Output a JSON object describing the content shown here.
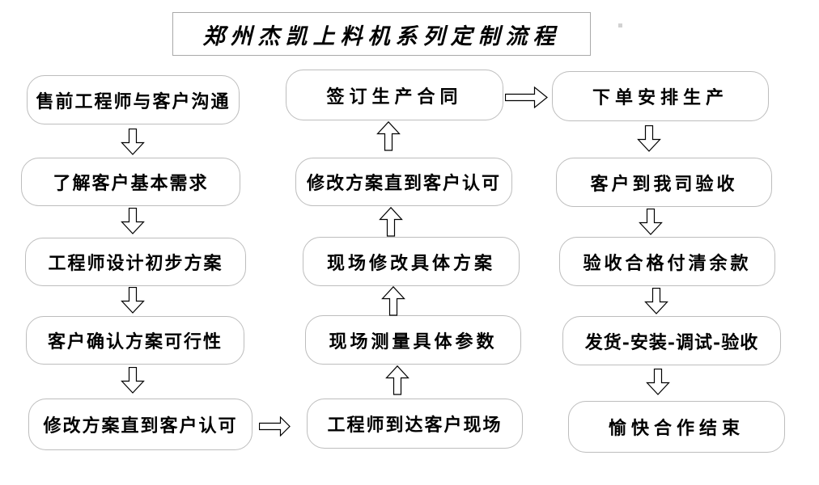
{
  "title": "郑州杰凯上料机系列定制流程",
  "columns": {
    "left": [
      "售前工程师与客户沟通",
      "了解客户基本需求",
      "工程师设计初步方案",
      "客户确认方案可行性",
      "修改方案直到客户认可"
    ],
    "middle": [
      "签订生产合同",
      "修改方案直到客户认可",
      "现场修改具体方案",
      "现场测量具体参数",
      "工程师到达客户现场"
    ],
    "right": [
      "下单安排生产",
      "客户到我司验收",
      "验收合格付清余款",
      "发货-安装-调试-验收",
      "愉快合作结束"
    ]
  },
  "process_order": [
    "售前工程师与客户沟通",
    "了解客户基本需求",
    "工程师设计初步方案",
    "客户确认方案可行性",
    "修改方案直到客户认可",
    "工程师到达客户现场",
    "现场测量具体参数",
    "现场修改具体方案",
    "修改方案直到客户认可",
    "签订生产合同",
    "下单安排生产",
    "客户到我司验收",
    "验收合格付清余款",
    "发货-安装-调试-验收",
    "愉快合作结束"
  ],
  "arrows": {
    "left_column_direction": "down",
    "middle_column_direction": "up",
    "right_column_direction": "down",
    "left_to_middle": "right-arrow between bottom row boxes",
    "middle_to_right": "right-arrow between top row boxes",
    "style": "hollow-block-arrow"
  },
  "icons": {
    "down_arrow": "hollow-down-block-arrow",
    "up_arrow": "hollow-up-block-arrow",
    "right_arrow": "hollow-right-block-arrow"
  },
  "colors": {
    "background": "#ffffff",
    "box_fill": "#ffffff",
    "box_border": "#bdbdbd",
    "title_border": "#a9a9a9",
    "text": "#000000",
    "arrow_outline": "#000000",
    "arrow_fill": "#ffffff"
  }
}
